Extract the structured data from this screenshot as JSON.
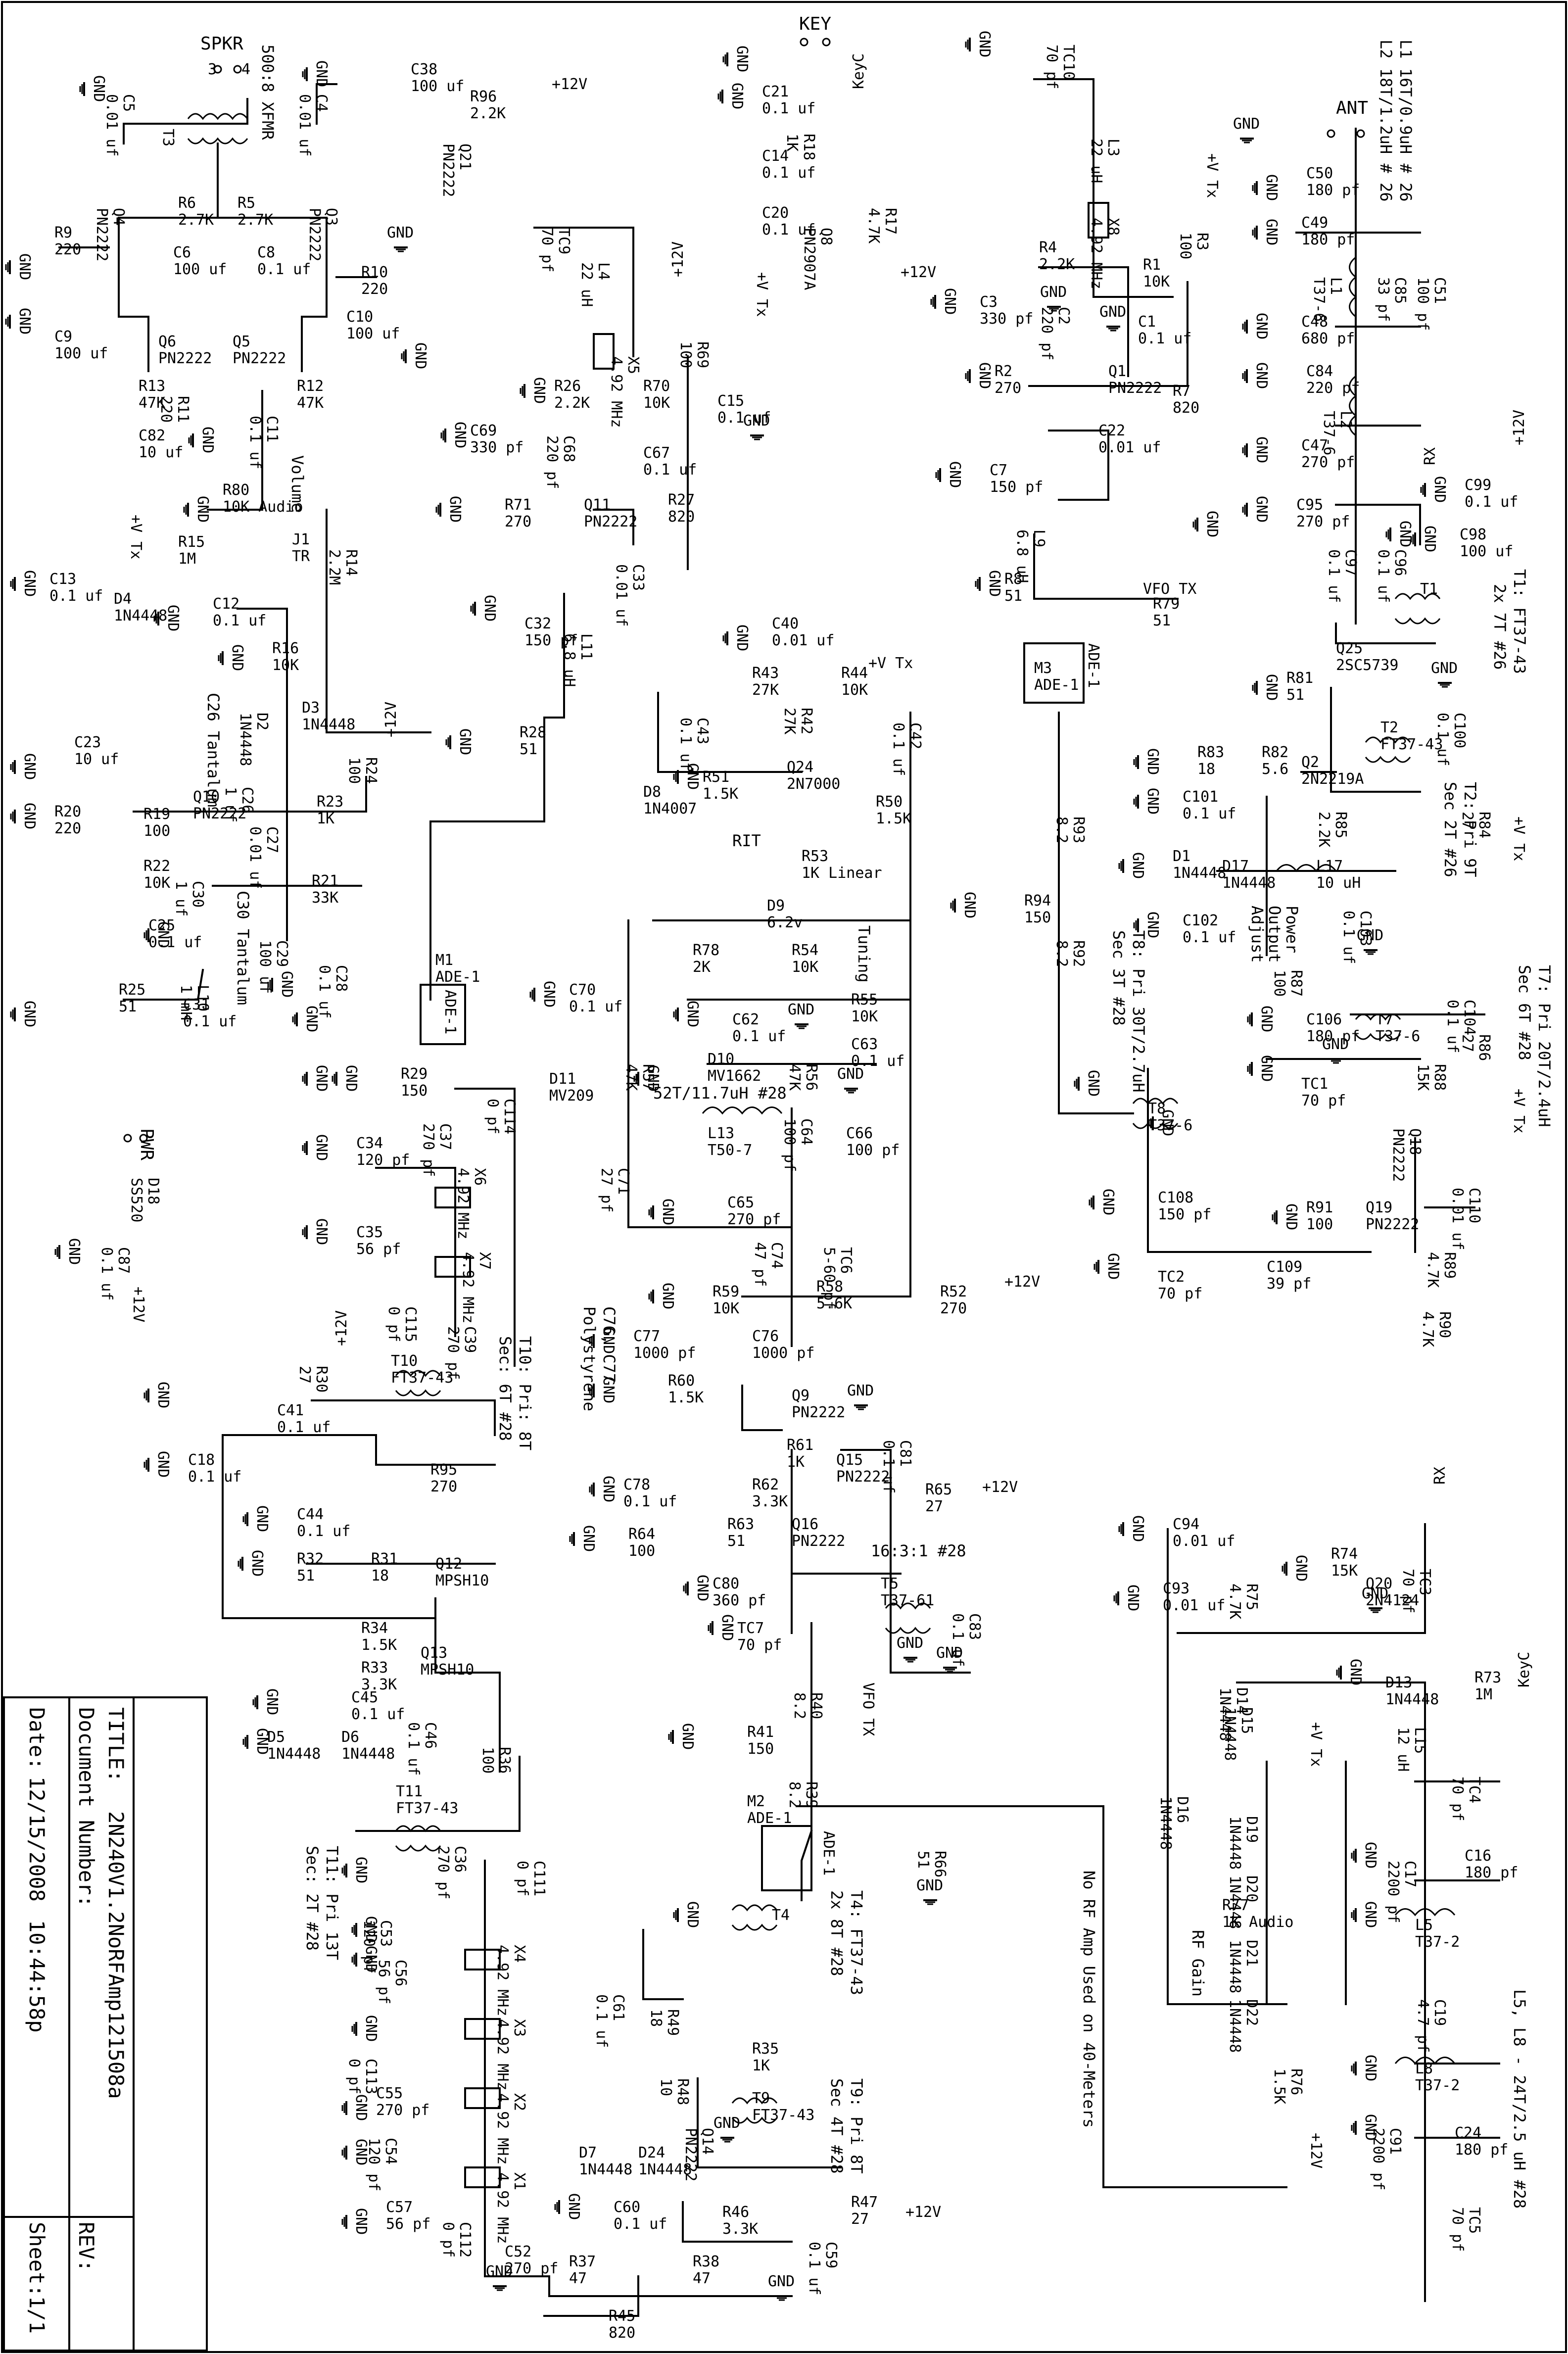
{
  "title_block": {
    "title_label": "TITLE:",
    "title_value": "2N240V1.2NoRFAmp121508a",
    "doc_label": "Document Number:",
    "rev_label": "REV:",
    "date_label": "Date:",
    "date_value": "12/15/2008",
    "time_value": "10:44:58p",
    "sheet_label": "Sheet:",
    "sheet_value": "1/1"
  },
  "connectors": {
    "spkr": "SPKR",
    "key": "KEY",
    "ant": "ANT",
    "pwr": "PWR"
  },
  "notes": {
    "inductors_l1_l2": [
      "L1 16T/0.9uH # 26",
      "L2 18T/1.2uH # 26"
    ],
    "t1": [
      "T1: FT37-43",
      "2x 7T #26"
    ],
    "t2": [
      "T2: Pri 9T",
      "Sec 2T #26"
    ],
    "t7": [
      "T7: Pri 20T/2.4uH",
      "Sec 6T #28"
    ],
    "t8": [
      "T8: Pri 30T/2.7uH",
      "Sec 3T #28"
    ],
    "t10": [
      "T10: Pri: 8T",
      "Sec: 6T #28"
    ],
    "t11": [
      "T11: Pri 13T",
      "Sec: 2T #28"
    ],
    "t4": [
      "T4: FT37-43",
      "2x 8T #28"
    ],
    "t9": [
      "T9: Pri 8T",
      "Sec 4T #28"
    ],
    "l5_l8": "L5, L8 - 24T/2.5 uH #28",
    "no_rf_amp": "No RF Amp Used on 40-Meters",
    "c76_c77": [
      "C76, C77",
      "Polystyrene"
    ],
    "c26": "C26 Tantalum",
    "c30": "C30 Tantalum",
    "rit": "RIT",
    "tuning": "Tuning",
    "volume": "Volume",
    "rf_gain": "RF Gain",
    "power_output_adjust": [
      "Power",
      "Output",
      "Adjust"
    ],
    "l13_spec": "52T/11.7uH #28",
    "t5_spec": "16:3:1 #28",
    "xfmr": "500:8  XFMR"
  },
  "labels": {
    "gnd": "GND",
    "plus12v": "+12V",
    "vtx": "+V Tx",
    "keyc": "KeyC",
    "rx": "RX",
    "vfo_tx": "VFO TX"
  },
  "components": [
    {
      "ref": "C5",
      "val": "0.01 uf"
    },
    {
      "ref": "T3",
      "val": ""
    },
    {
      "ref": "C4",
      "val": "0.01 uf"
    },
    {
      "ref": "C38",
      "val": "100 uf"
    },
    {
      "ref": "R96",
      "val": "2.2K"
    },
    {
      "ref": "Q21",
      "val": "PN2222"
    },
    {
      "ref": "Q4",
      "val": "PN2222"
    },
    {
      "ref": "R6",
      "val": "2.7K"
    },
    {
      "ref": "R5",
      "val": "2.7K"
    },
    {
      "ref": "Q3",
      "val": "PN2222"
    },
    {
      "ref": "R9",
      "val": "220"
    },
    {
      "ref": "C9",
      "val": "100 uf"
    },
    {
      "ref": "C6",
      "val": "100 uf"
    },
    {
      "ref": "C8",
      "val": "0.1 uf"
    },
    {
      "ref": "R10",
      "val": "220"
    },
    {
      "ref": "C10",
      "val": "100 uf"
    },
    {
      "ref": "Q6",
      "val": "PN2222"
    },
    {
      "ref": "Q5",
      "val": "PN2222"
    },
    {
      "ref": "R13",
      "val": "47K"
    },
    {
      "ref": "R11",
      "val": "220"
    },
    {
      "ref": "R12",
      "val": "47K"
    },
    {
      "ref": "C82",
      "val": "10 uf"
    },
    {
      "ref": "C11",
      "val": "0.1 uf"
    },
    {
      "ref": "R80",
      "val": "10K Audio"
    },
    {
      "ref": "C13",
      "val": "0.1 uf"
    },
    {
      "ref": "D4",
      "val": "1N4448"
    },
    {
      "ref": "R15",
      "val": "1M"
    },
    {
      "ref": "J1",
      "val": "TR"
    },
    {
      "ref": "R14",
      "val": "2.2M"
    },
    {
      "ref": "C12",
      "val": "0.1 uf"
    },
    {
      "ref": "R16",
      "val": "10K"
    },
    {
      "ref": "D2",
      "val": "1N4448"
    },
    {
      "ref": "D3",
      "val": "1N4448"
    },
    {
      "ref": "C23",
      "val": "10 uf"
    },
    {
      "ref": "R24",
      "val": "100"
    },
    {
      "ref": "R20",
      "val": "220"
    },
    {
      "ref": "R19",
      "val": "100"
    },
    {
      "ref": "Q10",
      "val": "PN2222"
    },
    {
      "ref": "C26",
      "val": "1 uf"
    },
    {
      "ref": "C27",
      "val": "0.01 uf"
    },
    {
      "ref": "R23",
      "val": "1K"
    },
    {
      "ref": "R22",
      "val": "10K"
    },
    {
      "ref": "C30",
      "val": "1 uf"
    },
    {
      "ref": "R21",
      "val": "33K"
    },
    {
      "ref": "C25",
      "val": "0.1 uf"
    },
    {
      "ref": "C29",
      "val": "100 uf"
    },
    {
      "ref": "L10",
      "val": "1 mH"
    },
    {
      "ref": "C28",
      "val": "0.1 uf"
    },
    {
      "ref": "R25",
      "val": "51"
    },
    {
      "ref": "C31",
      "val": "0.1 uf"
    },
    {
      "ref": "M1",
      "val": "ADE-1"
    },
    {
      "ref": "D18",
      "val": "SS520"
    },
    {
      "ref": "C87",
      "val": "0.1 uf"
    },
    {
      "ref": "KEY",
      "val": ""
    },
    {
      "ref": "C21",
      "val": "0.1 uf"
    },
    {
      "ref": "R18",
      "val": "1K"
    },
    {
      "ref": "C14",
      "val": "0.1 uf"
    },
    {
      "ref": "C20",
      "val": "0.1 uf"
    },
    {
      "ref": "R17",
      "val": "4.7K"
    },
    {
      "ref": "Q8",
      "val": "PN2907A"
    },
    {
      "ref": "TC9",
      "val": "70 pf"
    },
    {
      "ref": "L4",
      "val": "22 uH"
    },
    {
      "ref": "X5",
      "val": "4.92 MHz"
    },
    {
      "ref": "R69",
      "val": "100"
    },
    {
      "ref": "C15",
      "val": "0.1 uf"
    },
    {
      "ref": "R26",
      "val": "2.2K"
    },
    {
      "ref": "R70",
      "val": "10K"
    },
    {
      "ref": "C69",
      "val": "330 pf"
    },
    {
      "ref": "C68",
      "val": "220 pf"
    },
    {
      "ref": "C67",
      "val": "0.1 uf"
    },
    {
      "ref": "R71",
      "val": "270"
    },
    {
      "ref": "Q11",
      "val": "PN2222"
    },
    {
      "ref": "R27",
      "val": "820"
    },
    {
      "ref": "C33",
      "val": "0.01 uf"
    },
    {
      "ref": "C32",
      "val": "150 pf"
    },
    {
      "ref": "L11",
      "val": "6.8 uH"
    },
    {
      "ref": "R28",
      "val": "51"
    },
    {
      "ref": "C40",
      "val": "0.01 uf"
    },
    {
      "ref": "R43",
      "val": "27K"
    },
    {
      "ref": "R44",
      "val": "10K"
    },
    {
      "ref": "C43",
      "val": "0.1 uf"
    },
    {
      "ref": "R42",
      "val": "27K"
    },
    {
      "ref": "C42",
      "val": "0.1 uf"
    },
    {
      "ref": "D8",
      "val": "1N4007"
    },
    {
      "ref": "R51",
      "val": "1.5K"
    },
    {
      "ref": "Q24",
      "val": "2N7000"
    },
    {
      "ref": "R50",
      "val": "1.5K"
    },
    {
      "ref": "R53",
      "val": "1K Linear"
    },
    {
      "ref": "D9",
      "val": "6.2v"
    },
    {
      "ref": "R78",
      "val": "2K"
    },
    {
      "ref": "R54",
      "val": "10K"
    },
    {
      "ref": "C70",
      "val": "0.1 uf"
    },
    {
      "ref": "C62",
      "val": "0.1 uf"
    },
    {
      "ref": "R55",
      "val": "10K"
    },
    {
      "ref": "R57",
      "val": "47K"
    },
    {
      "ref": "R56",
      "val": "47K"
    },
    {
      "ref": "C63",
      "val": "0.1 uf"
    },
    {
      "ref": "D11",
      "val": "MV209"
    },
    {
      "ref": "D10",
      "val": "MV1662"
    },
    {
      "ref": "C64",
      "val": "100 pf"
    },
    {
      "ref": "L13",
      "val": "T50-7"
    },
    {
      "ref": "C66",
      "val": "100 pf"
    },
    {
      "ref": "C71",
      "val": "27 pf"
    },
    {
      "ref": "C65",
      "val": "270 pf"
    },
    {
      "ref": "C74",
      "val": "47 pf"
    },
    {
      "ref": "TC6",
      "val": "5-60 pf"
    },
    {
      "ref": "R59",
      "val": "10K"
    },
    {
      "ref": "R58",
      "val": "5.6K"
    },
    {
      "ref": "R52",
      "val": "270"
    },
    {
      "ref": "C77",
      "val": "1000 pf"
    },
    {
      "ref": "C76",
      "val": "1000 pf"
    },
    {
      "ref": "R60",
      "val": "1.5K"
    },
    {
      "ref": "Q9",
      "val": "PN2222"
    },
    {
      "ref": "C81",
      "val": "0.1 uf"
    },
    {
      "ref": "R61",
      "val": "1K"
    },
    {
      "ref": "Q15",
      "val": "PN2222"
    },
    {
      "ref": "R65",
      "val": "27"
    },
    {
      "ref": "C78",
      "val": "0.1 uf"
    },
    {
      "ref": "R62",
      "val": "3.3K"
    },
    {
      "ref": "R64",
      "val": "100"
    },
    {
      "ref": "R63",
      "val": "51"
    },
    {
      "ref": "Q16",
      "val": "PN2222"
    },
    {
      "ref": "C80",
      "val": "360 pf"
    },
    {
      "ref": "T5",
      "val": "T37-61"
    },
    {
      "ref": "C83",
      "val": "0.1 uf"
    },
    {
      "ref": "TC7",
      "val": "70 pf"
    },
    {
      "ref": "R40",
      "val": "8.2"
    },
    {
      "ref": "R41",
      "val": "150"
    },
    {
      "ref": "R39",
      "val": "8.2"
    },
    {
      "ref": "M2",
      "val": "ADE-1"
    },
    {
      "ref": "R66",
      "val": "51"
    },
    {
      "ref": "T4",
      "val": ""
    },
    {
      "ref": "C61",
      "val": "0.1 uf"
    },
    {
      "ref": "R49",
      "val": "18"
    },
    {
      "ref": "R48",
      "val": "10"
    },
    {
      "ref": "Q14",
      "val": "PN2222"
    },
    {
      "ref": "R35",
      "val": "1K"
    },
    {
      "ref": "T9",
      "val": "FT37-43"
    },
    {
      "ref": "D7",
      "val": "1N4448"
    },
    {
      "ref": "D24",
      "val": "1N4448"
    },
    {
      "ref": "C60",
      "val": "0.1 uf"
    },
    {
      "ref": "R46",
      "val": "3.3K"
    },
    {
      "ref": "R47",
      "val": "27"
    },
    {
      "ref": "C59",
      "val": "0.1 uf"
    },
    {
      "ref": "R37",
      "val": "47"
    },
    {
      "ref": "R38",
      "val": "47"
    },
    {
      "ref": "R45",
      "val": "820"
    },
    {
      "ref": "R29",
      "val": "150"
    },
    {
      "ref": "C37",
      "val": "270 pf"
    },
    {
      "ref": "C114",
      "val": "0 pf"
    },
    {
      "ref": "C34",
      "val": "120 pf"
    },
    {
      "ref": "X6",
      "val": "4.92 MHz"
    },
    {
      "ref": "C35",
      "val": "56 pf"
    },
    {
      "ref": "X7",
      "val": "4.92 MHz"
    },
    {
      "ref": "C115",
      "val": "0 pf"
    },
    {
      "ref": "C39",
      "val": "270 pf"
    },
    {
      "ref": "R30",
      "val": "27"
    },
    {
      "ref": "T10",
      "val": "FT37-43"
    },
    {
      "ref": "C41",
      "val": "0.1 uf"
    },
    {
      "ref": "R95",
      "val": "270"
    },
    {
      "ref": "C18",
      "val": "0.1 uf"
    },
    {
      "ref": "C44",
      "val": "0.1 uf"
    },
    {
      "ref": "R32",
      "val": "51"
    },
    {
      "ref": "R31",
      "val": "18"
    },
    {
      "ref": "Q12",
      "val": "MPSH10"
    },
    {
      "ref": "R34",
      "val": "1.5K"
    },
    {
      "ref": "R33",
      "val": "3.3K"
    },
    {
      "ref": "Q13",
      "val": "MPSH10"
    },
    {
      "ref": "C45",
      "val": "0.1 uf"
    },
    {
      "ref": "D5",
      "val": "1N4448"
    },
    {
      "ref": "D6",
      "val": "1N4448"
    },
    {
      "ref": "C46",
      "val": "0.1 uf"
    },
    {
      "ref": "R36",
      "val": "100"
    },
    {
      "ref": "T11",
      "val": "FT37-43"
    },
    {
      "ref": "C36",
      "val": "270 pf"
    },
    {
      "ref": "C111",
      "val": "0 pf"
    },
    {
      "ref": "C53",
      "val": "120 pf"
    },
    {
      "ref": "X4",
      "val": "4.92 MHz"
    },
    {
      "ref": "C56",
      "val": "56 pf"
    },
    {
      "ref": "X3",
      "val": "4.92 MHz"
    },
    {
      "ref": "C113",
      "val": "0 pf"
    },
    {
      "ref": "C55",
      "val": "270 pf"
    },
    {
      "ref": "X2",
      "val": "4.92 MHz"
    },
    {
      "ref": "C54",
      "val": "120 pf"
    },
    {
      "ref": "C57",
      "val": "56 pf"
    },
    {
      "ref": "X1",
      "val": "4.92 MHz"
    },
    {
      "ref": "C112",
      "val": "0 pf"
    },
    {
      "ref": "C52",
      "val": "270 pf"
    },
    {
      "ref": "TC10",
      "val": "70 pf"
    },
    {
      "ref": "L3",
      "val": "22 uH"
    },
    {
      "ref": "X8",
      "val": "4.92 MHz"
    },
    {
      "ref": "R3",
      "val": "100"
    },
    {
      "ref": "R4",
      "val": "2.2K"
    },
    {
      "ref": "R1",
      "val": "10K"
    },
    {
      "ref": "C3",
      "val": "330 pf"
    },
    {
      "ref": "C2",
      "val": "220 pf"
    },
    {
      "ref": "C1",
      "val": "0.1 uf"
    },
    {
      "ref": "R2",
      "val": "270"
    },
    {
      "ref": "Q1",
      "val": "PN2222"
    },
    {
      "ref": "R7",
      "val": "820"
    },
    {
      "ref": "C22",
      "val": "0.01 uf"
    },
    {
      "ref": "C7",
      "val": "150 pf"
    },
    {
      "ref": "L9",
      "val": "6.8 uH"
    },
    {
      "ref": "R8",
      "val": "51"
    },
    {
      "ref": "R79",
      "val": "51"
    },
    {
      "ref": "M3",
      "val": "ADE-1"
    },
    {
      "ref": "R93",
      "val": "8.2"
    },
    {
      "ref": "R94",
      "val": "150"
    },
    {
      "ref": "R92",
      "val": "8.2"
    },
    {
      "ref": "C50",
      "val": "180 pf"
    },
    {
      "ref": "C49",
      "val": "180 pf"
    },
    {
      "ref": "C85",
      "val": "33 pf"
    },
    {
      "ref": "C51",
      "val": "100 pf"
    },
    {
      "ref": "L1",
      "val": "T37-6"
    },
    {
      "ref": "C48",
      "val": "680 pf"
    },
    {
      "ref": "C84",
      "val": "220 pf"
    },
    {
      "ref": "L2",
      "val": "T37-6"
    },
    {
      "ref": "C47",
      "val": "270 pf"
    },
    {
      "ref": "C95",
      "val": "270 pf"
    },
    {
      "ref": "C97",
      "val": "0.1 uf"
    },
    {
      "ref": "C96",
      "val": "0.1 uf"
    },
    {
      "ref": "C99",
      "val": "0.1 uf"
    },
    {
      "ref": "C98",
      "val": "100 uf"
    },
    {
      "ref": "T1",
      "val": ""
    },
    {
      "ref": "Q25",
      "val": "2SC5739"
    },
    {
      "ref": "R81",
      "val": "51"
    },
    {
      "ref": "C100",
      "val": "0.1 uf"
    },
    {
      "ref": "R83",
      "val": "18"
    },
    {
      "ref": "R82",
      "val": "5.6"
    },
    {
      "ref": "Q2",
      "val": "2N2219A"
    },
    {
      "ref": "T2",
      "val": "FT37-43"
    },
    {
      "ref": "R84",
      "val": "27"
    },
    {
      "ref": "C101",
      "val": "0.1 uf"
    },
    {
      "ref": "R85",
      "val": "2.2K"
    },
    {
      "ref": "D1",
      "val": "1N4448"
    },
    {
      "ref": "D17",
      "val": "1N4448"
    },
    {
      "ref": "L17",
      "val": "10 uH"
    },
    {
      "ref": "C103",
      "val": "0.1 uf"
    },
    {
      "ref": "C102",
      "val": "0.1 uf"
    },
    {
      "ref": "R87",
      "val": "100"
    },
    {
      "ref": "C104",
      "val": "0.1 uf"
    },
    {
      "ref": "C106",
      "val": "180 pf"
    },
    {
      "ref": "T7",
      "val": "T37-6"
    },
    {
      "ref": "R86",
      "val": "27"
    },
    {
      "ref": "R88",
      "val": "15K"
    },
    {
      "ref": "TC1",
      "val": "70 pf"
    },
    {
      "ref": "Q18",
      "val": "PN2222"
    },
    {
      "ref": "T8",
      "val": "T37-6"
    },
    {
      "ref": "C108",
      "val": "150 pf"
    },
    {
      "ref": "R91",
      "val": "100"
    },
    {
      "ref": "Q19",
      "val": "PN2222"
    },
    {
      "ref": "C110",
      "val": "0.01 uf"
    },
    {
      "ref": "R89",
      "val": "4.7K"
    },
    {
      "ref": "TC2",
      "val": "70 pf"
    },
    {
      "ref": "C109",
      "val": "39 pf"
    },
    {
      "ref": "R90",
      "val": "4.7K"
    },
    {
      "ref": "C94",
      "val": "0.01 uf"
    },
    {
      "ref": "C93",
      "val": "0.01 uf"
    },
    {
      "ref": "R75",
      "val": "4.7K"
    },
    {
      "ref": "R74",
      "val": "15K"
    },
    {
      "ref": "Q20",
      "val": "2N4124"
    },
    {
      "ref": "TC3",
      "val": "70 pf"
    },
    {
      "ref": "D14",
      "val": "1N4448"
    },
    {
      "ref": "D15",
      "val": "1N4448"
    },
    {
      "ref": "D13",
      "val": "1N4448"
    },
    {
      "ref": "R73",
      "val": "1M"
    },
    {
      "ref": "L15",
      "val": "12 uH"
    },
    {
      "ref": "TC4",
      "val": "70 pf"
    },
    {
      "ref": "D16",
      "val": "1N4448"
    },
    {
      "ref": "D19",
      "val": "1N4448"
    },
    {
      "ref": "C16",
      "val": "180 pf"
    },
    {
      "ref": "C17",
      "val": "2200 pf"
    },
    {
      "ref": "D20",
      "val": "1N4448"
    },
    {
      "ref": "R77",
      "val": "1K Audio"
    },
    {
      "ref": "L5",
      "val": "T37-2"
    },
    {
      "ref": "D21",
      "val": "1N4448"
    },
    {
      "ref": "C19",
      "val": "4.7 pf"
    },
    {
      "ref": "D22",
      "val": "1N4448"
    },
    {
      "ref": "R76",
      "val": "1.5K"
    },
    {
      "ref": "L8",
      "val": "T37-2"
    },
    {
      "ref": "C91",
      "val": "2200 pf"
    },
    {
      "ref": "C24",
      "val": "180 pf"
    },
    {
      "ref": "TC5",
      "val": "70 pf"
    }
  ]
}
